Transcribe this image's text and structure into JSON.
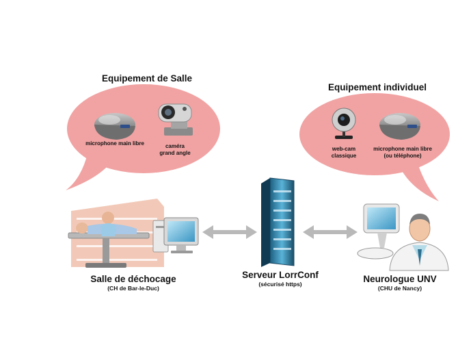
{
  "bubble_left": {
    "title": "Equipement de Salle",
    "items": [
      {
        "label": "microphone main libre"
      },
      {
        "label": "caméra\ngrand angle"
      }
    ]
  },
  "bubble_right": {
    "title": "Equipement individuel",
    "items": [
      {
        "label": "web-cam\nclassique"
      },
      {
        "label": "microphone main libre\n(ou téléphone)"
      }
    ]
  },
  "nodes": {
    "left": {
      "title": "Salle de déchocage",
      "subtitle": "(CH de Bar-le-Duc)"
    },
    "center": {
      "title": "Serveur LorrConf",
      "subtitle": "(sécurisé https)"
    },
    "right": {
      "title": "Neurologue UNV",
      "subtitle": "(CHU de Nancy)"
    }
  },
  "colors": {
    "bubble": "#f1a3a3",
    "arrow": "#b9b9b9",
    "server": "#3a8fb7"
  }
}
